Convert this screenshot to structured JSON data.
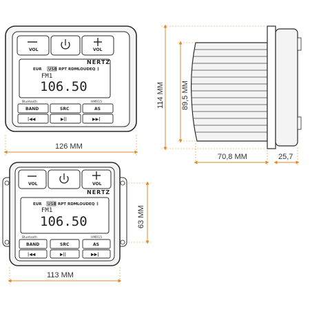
{
  "colors": {
    "dimension_line": "#e08a2c",
    "outline": "#2a2a2a",
    "device_fill": "#f4f4f4"
  },
  "front_view": {
    "vol_minus_label": "VOL",
    "vol_plus_label": "VOL",
    "brand": "NERTZ",
    "lcd_indicators": [
      "EUR",
      "USB",
      "RPT",
      "RDM",
      "LOUD",
      "EQ"
    ],
    "lcd_band": "FM1",
    "lcd_frequency": "106.50",
    "bluetooth_badge": "Bluetooth",
    "model": "HMR15",
    "buttons": [
      "BAND",
      "SRC",
      "AS"
    ],
    "width_label": "126 MM"
  },
  "side_view": {
    "height_label": "114 MM",
    "inner_height_label": "89,5 MM",
    "depth_label": "70,8 MM",
    "bezel_label": "25,7"
  },
  "bottom_view": {
    "vol_minus_label": "VOL",
    "vol_plus_label": "VOL",
    "brand": "NERTZ",
    "lcd_indicators": [
      "EUR",
      "USB",
      "RPT",
      "RDM",
      "LOUD",
      "EQ"
    ],
    "lcd_band": "FM1",
    "lcd_frequency": "106.50",
    "bluetooth_badge": "Bluetooth",
    "model": "HMR15",
    "buttons": [
      "BAND",
      "SRC",
      "AS"
    ],
    "height_label": "63 MM",
    "width_label": "113 MM"
  }
}
